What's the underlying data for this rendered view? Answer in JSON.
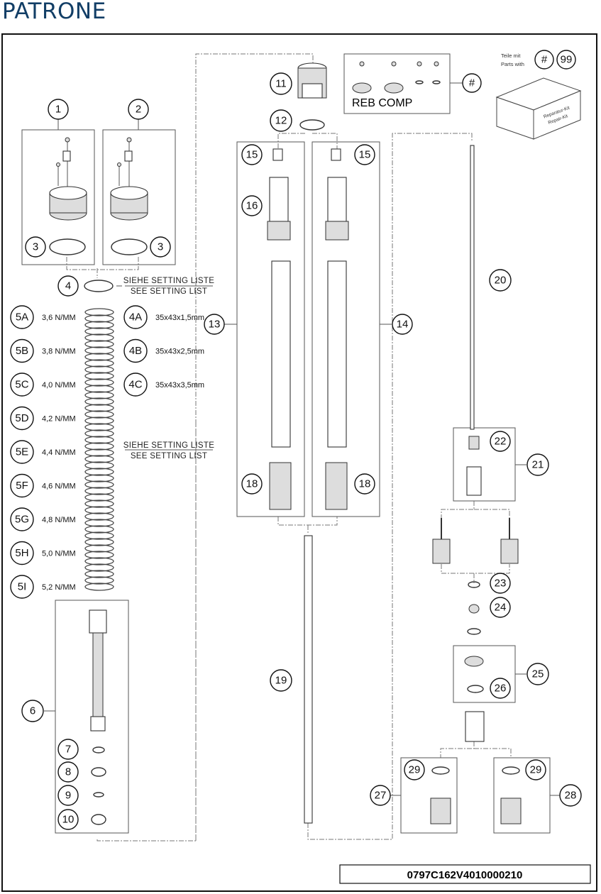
{
  "page_title": "PATRONE",
  "part_number": "0797C162V4010000210",
  "legend": {
    "hash_symbol": "#",
    "kit_number": "99",
    "kit_text_de": "Teile mit",
    "kit_text_en": "Parts with",
    "kit_box_de": "Reparatur-Kit",
    "kit_box_en": "Repair-Kit"
  },
  "reb_comp_label": "REB COMP",
  "setting_note": {
    "de": "SIEHE SETTING LISTE",
    "en": "SEE SETTING LIST"
  },
  "spring_options": [
    {
      "id": "5A",
      "rate": "3,6 N/MM"
    },
    {
      "id": "5B",
      "rate": "3,8 N/MM"
    },
    {
      "id": "5C",
      "rate": "4,0 N/MM"
    },
    {
      "id": "5D",
      "rate": "4,2 N/MM"
    },
    {
      "id": "5E",
      "rate": "4,4 N/MM"
    },
    {
      "id": "5F",
      "rate": "4,6 N/MM"
    },
    {
      "id": "5G",
      "rate": "4,8 N/MM"
    },
    {
      "id": "5H",
      "rate": "5,0 N/MM"
    },
    {
      "id": "5I",
      "rate": "5,2 N/MM"
    }
  ],
  "shim_options": [
    {
      "id": "4A",
      "size": "35x43x1,5mm"
    },
    {
      "id": "4B",
      "size": "35x43x2,5mm"
    },
    {
      "id": "4C",
      "size": "35x43x3,5mm"
    }
  ],
  "callouts": {
    "c1": "1",
    "c2": "2",
    "c3a": "3",
    "c3b": "3",
    "c4": "4",
    "c6": "6",
    "c7": "7",
    "c8": "8",
    "c9": "9",
    "c10": "10",
    "c11": "11",
    "c12": "12",
    "c13": "13",
    "c14": "14",
    "c15a": "15",
    "c15b": "15",
    "c16": "16",
    "c18a": "18",
    "c18b": "18",
    "c19": "19",
    "c20": "20",
    "c21": "21",
    "c22": "22",
    "c23": "23",
    "c24": "24",
    "c25": "25",
    "c26": "26",
    "c27": "27",
    "c28": "28",
    "c29a": "29",
    "c29b": "29"
  }
}
